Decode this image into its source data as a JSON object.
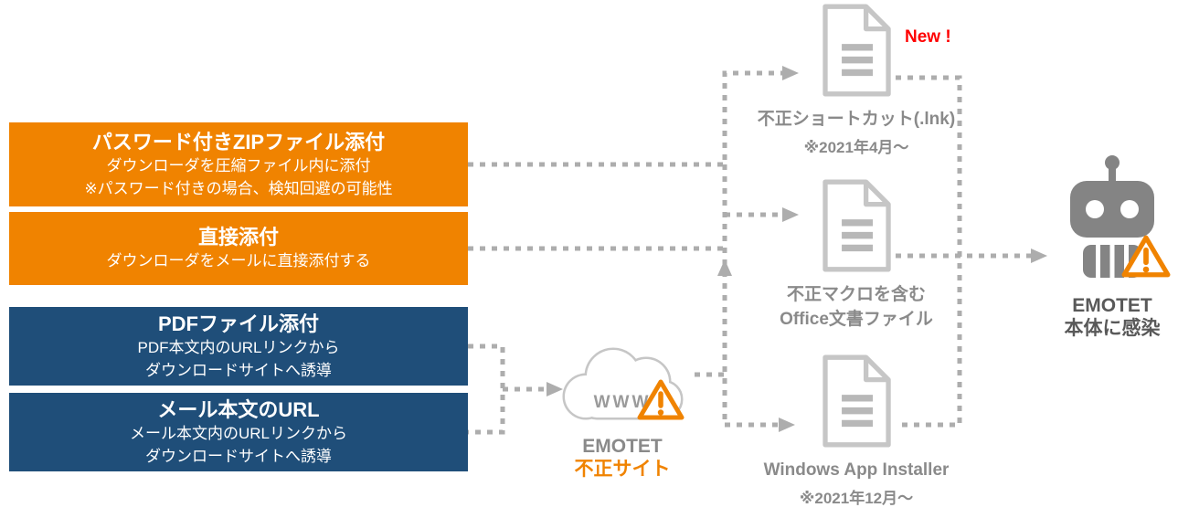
{
  "colors": {
    "orange": "#F08300",
    "navy": "#1F4E79",
    "arrow_gray": "#ADADAD",
    "icon_gray": "#C6C6C6",
    "label_gray": "#8A8A8A",
    "dark_gray": "#595959",
    "badge_red": "#FF0000"
  },
  "delivery_methods": [
    {
      "color": "orange",
      "title": "パスワード付きZIPファイル添付",
      "lines": [
        "ダウンローダを圧縮ファイル内に添付",
        "※パスワード付きの場合、検知回避の可能性"
      ]
    },
    {
      "color": "orange",
      "title": "直接添付",
      "lines": [
        "ダウンローダをメールに直接添付する"
      ]
    },
    {
      "color": "navy",
      "title": "PDFファイル添付",
      "lines": [
        "PDF本文内のURLリンクから",
        "ダウンロードサイトへ誘導"
      ]
    },
    {
      "color": "navy",
      "title": "メール本文のURL",
      "lines": [
        "メール本文内のURLリンクから",
        "ダウンロードサイトへ誘導"
      ]
    }
  ],
  "malicious_site": {
    "cloud_text": "WWW",
    "name": "EMOTET",
    "type": "不正サイト"
  },
  "payloads": [
    {
      "badge": "New !",
      "lines": [
        "不正ショートカット(.lnk)",
        "※2021年4月〜"
      ]
    },
    {
      "lines": [
        "不正マクロを含む",
        "Office文書ファイル"
      ]
    },
    {
      "lines": [
        "Windows App Installer",
        "※2021年12月〜"
      ]
    }
  ],
  "infection_target": {
    "name": "EMOTET",
    "caption": "本体に感染"
  }
}
